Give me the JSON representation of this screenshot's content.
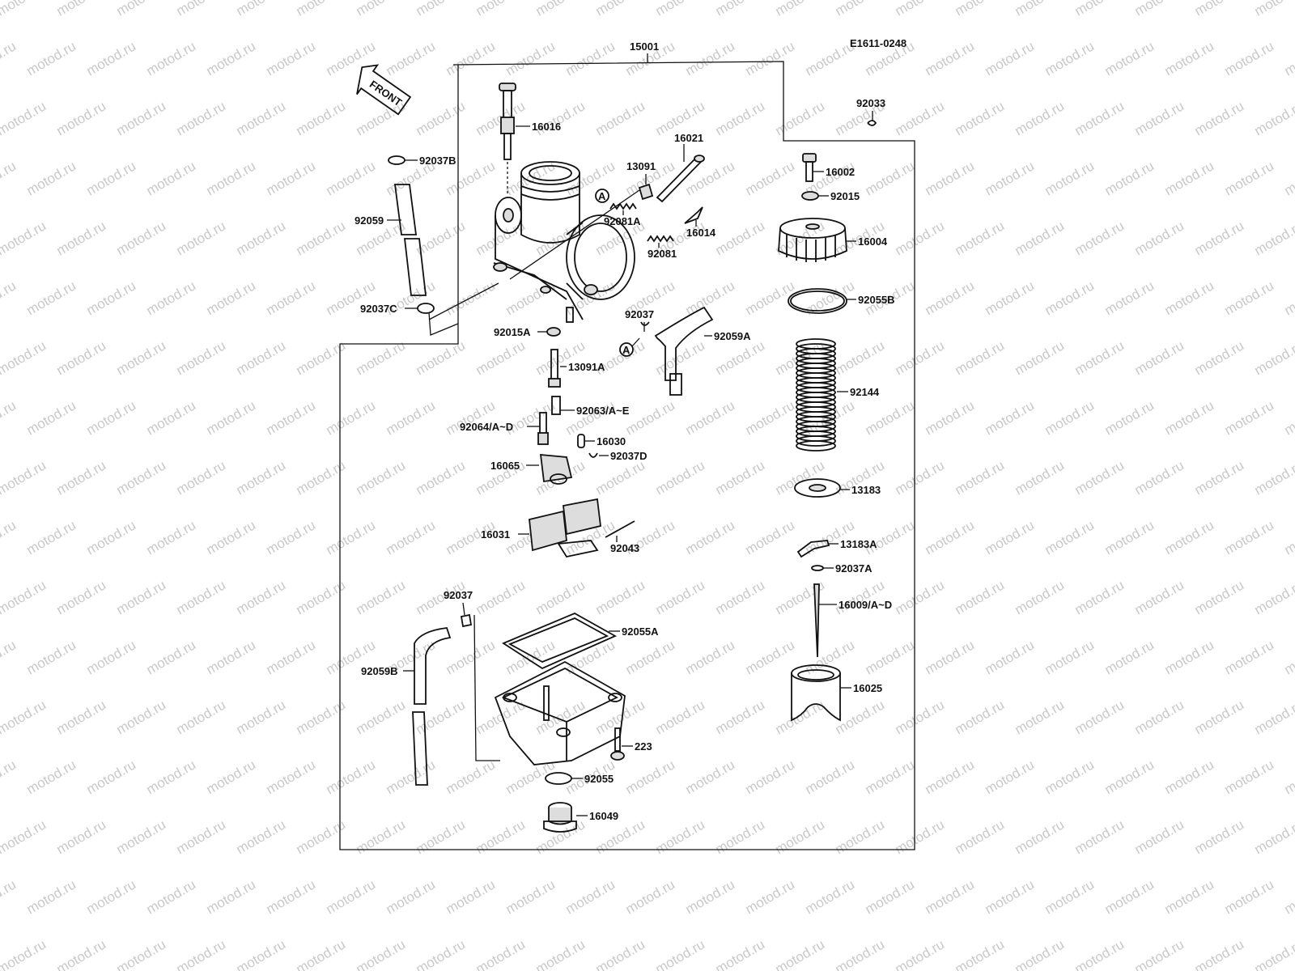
{
  "watermark": "motod.ru",
  "diagram_code": "E1611-0248",
  "front_arrow": "FRONT",
  "assembly_label": "15001",
  "callout_marker": "A",
  "labels": {
    "p16016": "16016",
    "p92037B": "92037B",
    "p92059": "92059",
    "p92037C": "92037C",
    "p13091": "13091",
    "p16021": "16021",
    "p92081A": "92081A",
    "p16014": "16014",
    "p92081": "92081",
    "p92037_upper": "92037",
    "p92015A": "92015A",
    "p92059A": "92059A",
    "p13091A": "13091A",
    "p92063": "92063/A~E",
    "p92064": "92064/A~D",
    "p16030": "16030",
    "p92037D": "92037D",
    "p16065": "16065",
    "p16031": "16031",
    "p92043": "92043",
    "p92037_lower": "92037",
    "p92055A": "92055A",
    "p92059B": "92059B",
    "p223": "223",
    "p92055": "92055",
    "p16049": "16049",
    "p92033": "92033",
    "p16002": "16002",
    "p92015": "92015",
    "p16004": "16004",
    "p92055B": "92055B",
    "p92144": "92144",
    "p13183": "13183",
    "p13183A": "13183A",
    "p92037A": "92037A",
    "p16009": "16009/A~D",
    "p16025": "16025"
  }
}
